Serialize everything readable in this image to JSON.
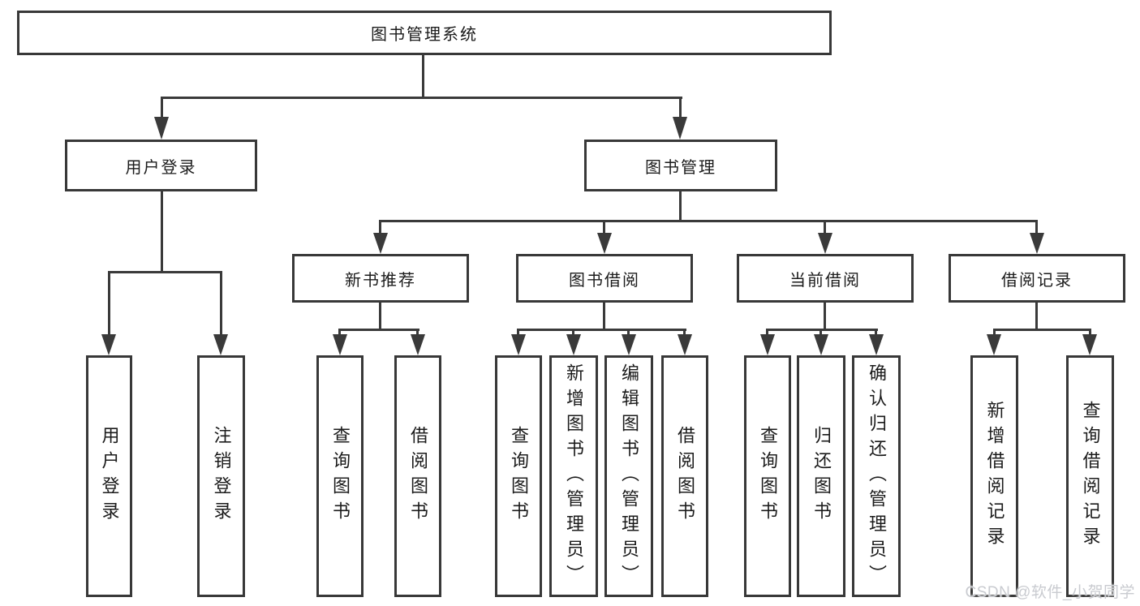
{
  "colors": {
    "line": "#3a3a3a",
    "box_border": "#383838",
    "box_fill": "#ffffff",
    "text": "#1b1b1b",
    "watermark": "#c9cbd0"
  },
  "watermark": {
    "text": "CSDN @软件_小贺同学"
  },
  "tree": {
    "root": {
      "label": "图书管理系统"
    },
    "branches": [
      {
        "label": "用户登录",
        "children": [
          {
            "label": "用户登录"
          },
          {
            "label": "注销登录"
          }
        ]
      },
      {
        "label": "图书管理",
        "children": [
          {
            "label": "新书推荐",
            "children": [
              {
                "label": "查询图书"
              },
              {
                "label": "借阅图书"
              }
            ]
          },
          {
            "label": "图书借阅",
            "children": [
              {
                "label": "查询图书"
              },
              {
                "label": "新增图书（管理员）"
              },
              {
                "label": "编辑图书（管理员）"
              },
              {
                "label": "借阅图书"
              }
            ]
          },
          {
            "label": "当前借阅",
            "children": [
              {
                "label": "查询图书"
              },
              {
                "label": "归还图书"
              },
              {
                "label": "确认归还（管理员）"
              }
            ]
          },
          {
            "label": "借阅记录",
            "children": [
              {
                "label": "新增借阅记录"
              },
              {
                "label": "查询借阅记录"
              }
            ]
          }
        ]
      }
    ]
  }
}
